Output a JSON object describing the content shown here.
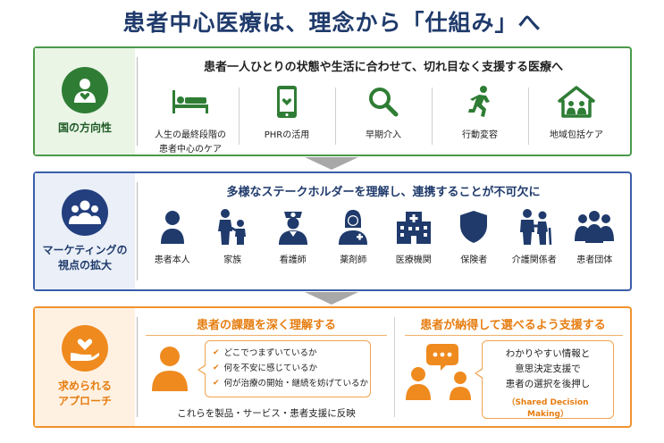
{
  "title": "患者中心医療は、理念から「仕組み」へ",
  "section1": {
    "label": "国の方向性",
    "heading": "患者一人ひとりの状態や生活に合わせて、切れ目なく支援する医療へ",
    "items": [
      {
        "icon": "bed-icon",
        "label_line1": "人生の最終段階の",
        "label_line2": "患者中心のケア"
      },
      {
        "icon": "smartphone-heart-icon",
        "label_line1": "PHRの活用",
        "label_line2": ""
      },
      {
        "icon": "magnifier-icon",
        "label_line1": "早期介入",
        "label_line2": ""
      },
      {
        "icon": "running-person-icon",
        "label_line1": "行動変容",
        "label_line2": ""
      },
      {
        "icon": "house-people-icon",
        "label_line1": "地域包括ケア",
        "label_line2": ""
      }
    ]
  },
  "section2": {
    "label_line1": "マーケティングの",
    "label_line2": "視点の拡大",
    "heading": "多様なステークホルダーを理解し、連携することが不可欠に",
    "items": [
      {
        "icon": "patient-icon",
        "label": "患者本人"
      },
      {
        "icon": "family-icon",
        "label": "家族"
      },
      {
        "icon": "nurse-icon",
        "label": "看護師"
      },
      {
        "icon": "pharmacist-icon",
        "label": "薬剤師"
      },
      {
        "icon": "hospital-icon",
        "label": "医療機関"
      },
      {
        "icon": "shield-icon",
        "label": "保険者"
      },
      {
        "icon": "caregiver-icon",
        "label": "介護関係者"
      },
      {
        "icon": "group-icon",
        "label": "患者団体"
      }
    ]
  },
  "section3": {
    "label_line1": "求められる",
    "label_line2": "アプローチ",
    "left": {
      "heading": "患者の課題を深く理解する",
      "checks": [
        "どこでつまずいているか",
        "何を不安に感じているか",
        "何が治療の開始・継続を妨げているか"
      ],
      "bottom": "これらを製品・サービス・患者支援に反映"
    },
    "right": {
      "heading": "患者が納得して選べるよう支援する",
      "lines": [
        "わかりやすい情報と",
        "意思決定支援で",
        "患者の選択を後押し"
      ],
      "english": "（Shared Decision Making）"
    }
  },
  "colors": {
    "navy": "#1f3a6b",
    "green": "#2f7d35",
    "blue": "#233f7e",
    "orange": "#ef8a1f"
  }
}
